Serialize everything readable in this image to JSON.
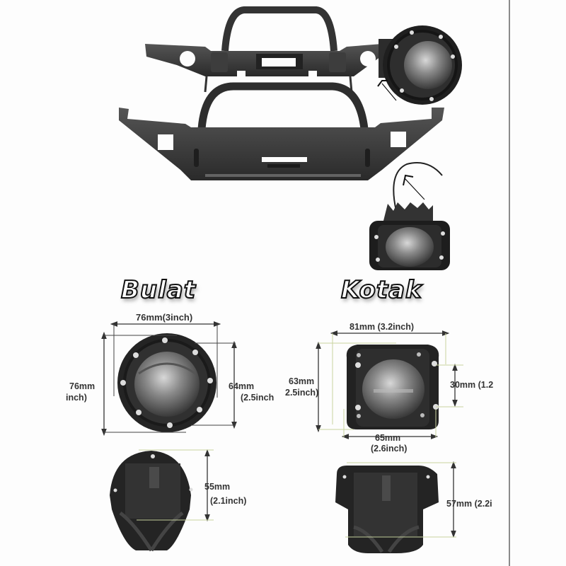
{
  "product": {
    "illustration": {
      "upper_bumper": "off-road front bumper with hoop bar",
      "lower_bumper": "off-road front bumper with bull bar",
      "round_lamp_callout": "round fog lamp mounted in bumper",
      "square_lamp_callout": "square fog lamp with cable"
    },
    "variants": [
      {
        "id": "round",
        "title": "Bulat",
        "front": {
          "width_label": "76mm(3inch)",
          "height_label_line1": "76mm",
          "height_label_line2": "inch)",
          "inner_label_line1": "64mm",
          "inner_label_line2": "(2.5inch"
        },
        "side": {
          "depth_label_line1": "55mm",
          "depth_label_line2": "(2.1inch)"
        }
      },
      {
        "id": "square",
        "title": "Kotak",
        "front": {
          "width_label": "81mm (3.2inch)",
          "height_label_line1": "63mm",
          "height_label_line2": "2.5inch)",
          "hole_spacing_v_label": "30mm (1.2",
          "hole_spacing_h_label_line1": "65mm",
          "hole_spacing_h_label_line2": "(2.6inch)"
        },
        "side": {
          "depth_label": "57mm (2.2i"
        }
      }
    ]
  },
  "colors": {
    "background": "#fdfdfd",
    "housing": "#2b2b2b",
    "housing_light": "#4a4a4a",
    "lens": "#6e6e6e",
    "dimension_line": "#333333",
    "guide_line": "#c9d3a0",
    "border": "#8a8a8a"
  }
}
